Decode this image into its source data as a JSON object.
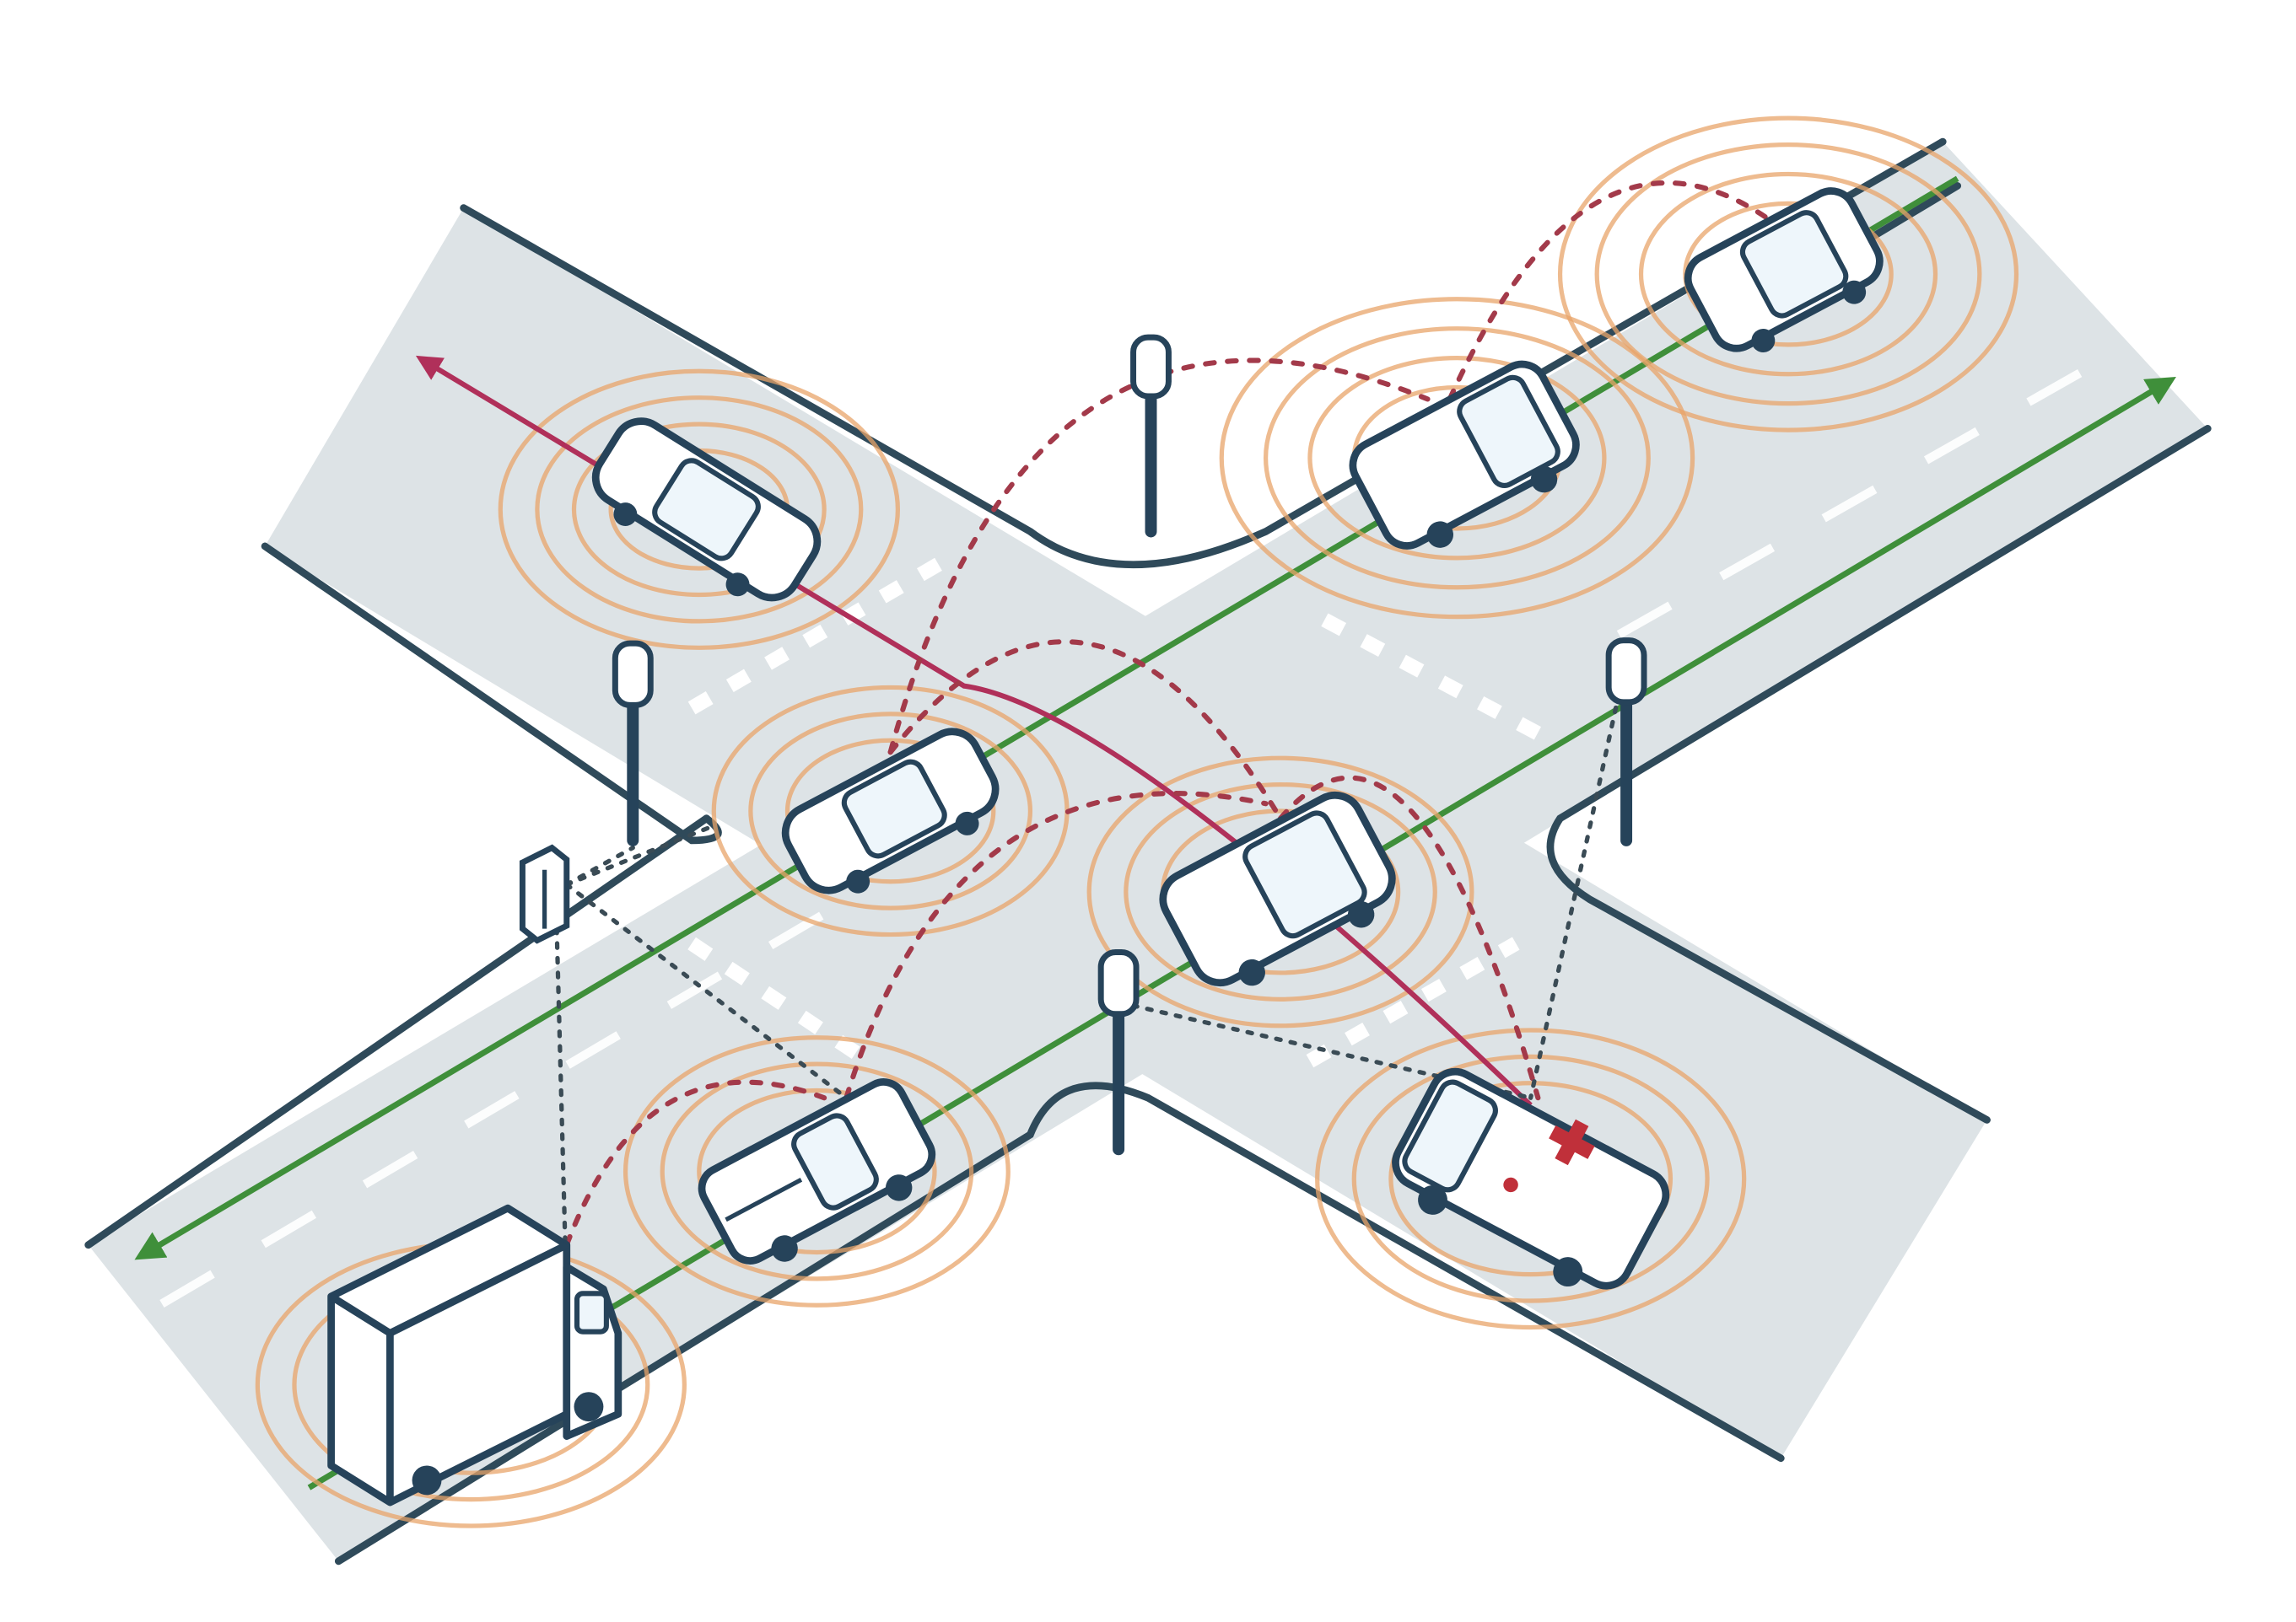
{
  "scene": {
    "vehicles": [
      {
        "name": "sedan-top-left",
        "kind": "sedan"
      },
      {
        "name": "van-top-right",
        "kind": "van"
      },
      {
        "name": "suv-far-right",
        "kind": "suv"
      },
      {
        "name": "sedan-center",
        "kind": "sedan"
      },
      {
        "name": "van-center",
        "kind": "van"
      },
      {
        "name": "pickup-bottom",
        "kind": "pickup"
      },
      {
        "name": "ambulance",
        "kind": "ambulance"
      },
      {
        "name": "box-truck",
        "kind": "truck"
      }
    ],
    "roadside_units": [
      "rsu-top-center",
      "rsu-left",
      "rsu-right",
      "rsu-bottom-center",
      "controller-box"
    ],
    "link_types": [
      "vehicle-to-vehicle",
      "vehicle-to-infrastructure"
    ],
    "colors": {
      "road": "#dde3e6",
      "road_edge": "#2f4a5a",
      "lane_arrow": "#3f8f3a",
      "emergency_path": "#b0305a",
      "signal_wave": "#e8a46a",
      "v2v_link": "#a33a4a",
      "v2i_link": "#3a4b55",
      "ambulance_cross": "#c0303a"
    }
  }
}
